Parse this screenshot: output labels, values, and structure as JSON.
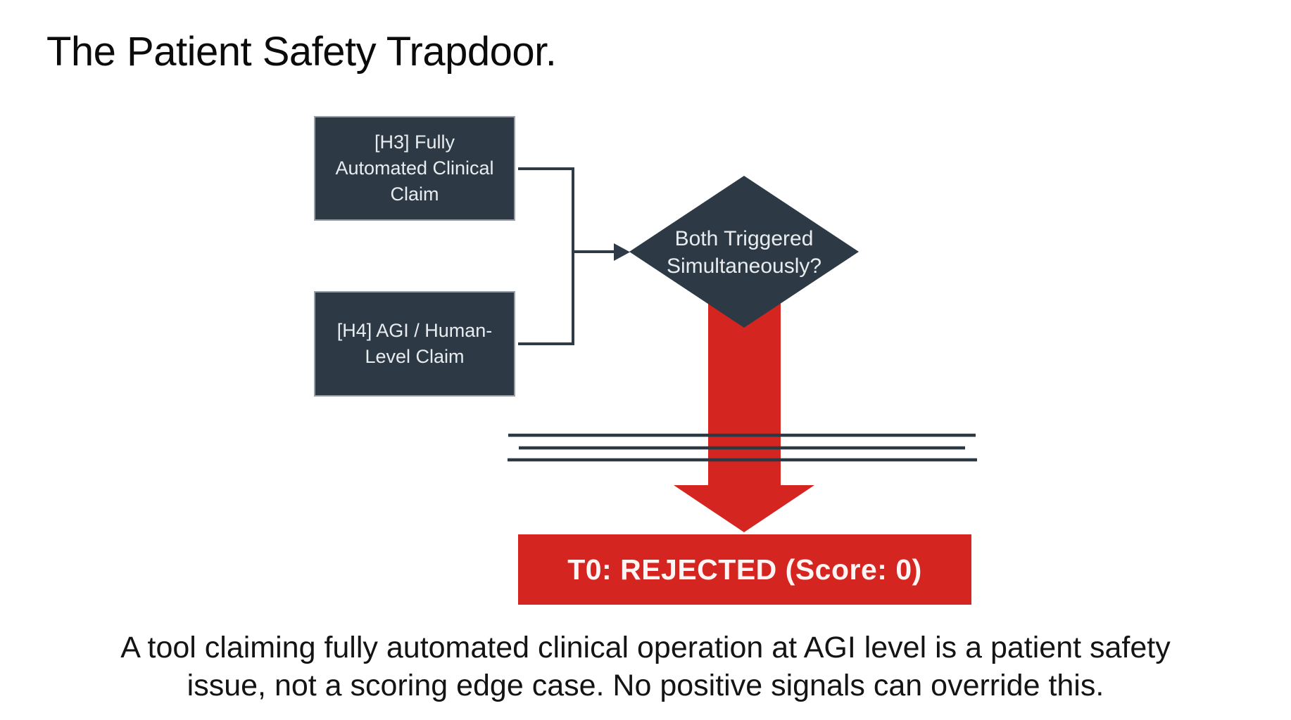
{
  "title": "The Patient Safety Trapdoor.",
  "diagram": {
    "inputs": [
      {
        "id": "h3",
        "label": "[H3] Fully Automated Clinical Claim"
      },
      {
        "id": "h4",
        "label": "[H4] AGI / Human-Level Claim"
      }
    ],
    "decision": {
      "label": "Both Triggered Simultaneously?"
    },
    "outcome": {
      "label": "T0: REJECTED (Score: 0)"
    }
  },
  "caption": {
    "line1": "A tool claiming fully automated clinical operation at AGI level is a patient safety",
    "line2": "issue, not a scoring edge case. No positive signals can override this."
  },
  "colors": {
    "node_fill": "#2d3a46",
    "node_border": "#97a0a8",
    "connector": "#2e3b47",
    "trapdoor_lines": "#2c3842",
    "accent_red": "#d42521",
    "node_text": "#e8ecef",
    "banner_text": "#fdf5f4",
    "body_text": "#141414",
    "background": "#ffffff"
  }
}
